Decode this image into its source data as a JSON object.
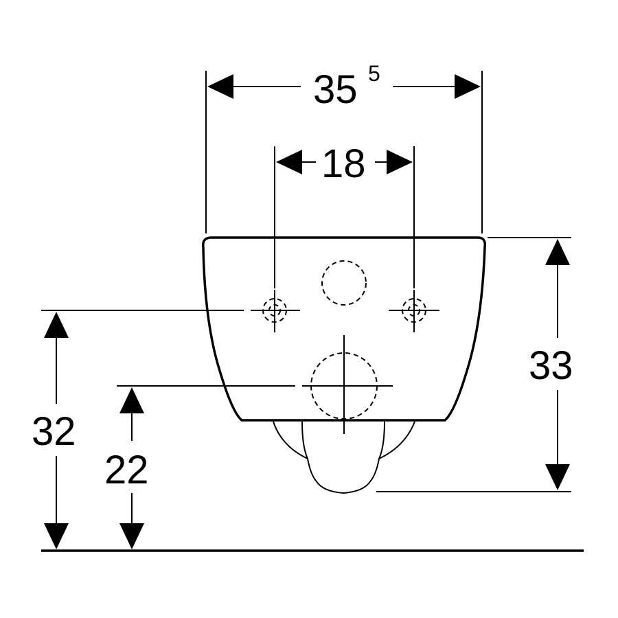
{
  "dimensions": {
    "overall_width": {
      "value": "35",
      "superscript": "5"
    },
    "bolt_spacing": {
      "value": "18"
    },
    "bowl_height": {
      "value": "33"
    },
    "bolt_height": {
      "value": "32"
    },
    "drain_height": {
      "value": "22"
    }
  }
}
